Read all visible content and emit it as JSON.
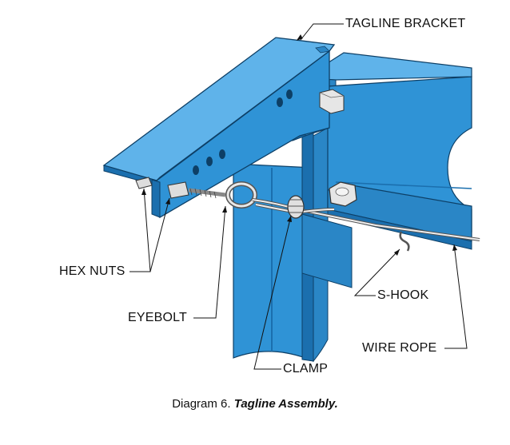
{
  "labels": {
    "tagline_bracket": "TAGLINE BRACKET",
    "hex_nuts": "HEX NUTS",
    "eyebolt": "EYEBOLT",
    "clamp": "CLAMP",
    "s_hook": "S-HOOK",
    "wire_rope": "WIRE ROPE"
  },
  "caption": {
    "prefix": "Diagram 6.",
    "title": "Tagline Assembly."
  },
  "colors": {
    "steel_blue": "#2f93d6",
    "steel_blue_dark": "#1b6fae",
    "steel_blue_light": "#5fb3ea",
    "outline": "#0d3f66",
    "hardware": "#d9d9d9"
  }
}
